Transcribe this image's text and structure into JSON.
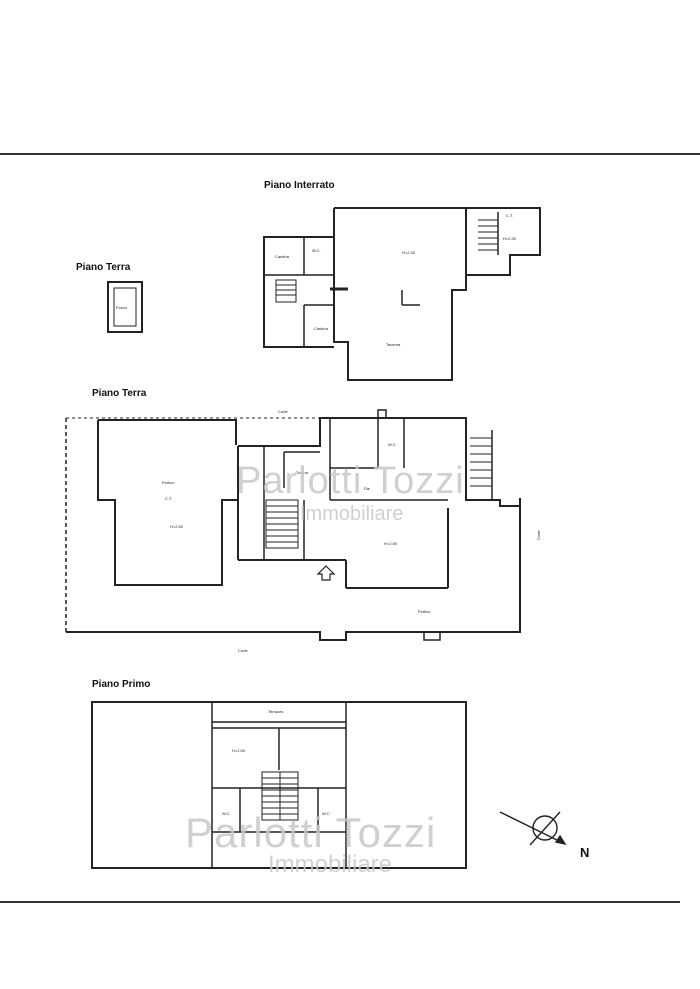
{
  "sections": {
    "interrato": "Piano Interrato",
    "terra_small": "Piano Terra",
    "terra": "Piano Terra",
    "primo": "Piano Primo"
  },
  "labels": {
    "int_cantina": "Cantina",
    "int_wc": "W.C.",
    "int_h230": "H=2.30",
    "int_ct": "C.T.",
    "int_h230b": "H=2.30",
    "int_cantina2": "Cantina",
    "int_taverna": "Taverna",
    "small_pozzo": "Pozzo",
    "terra_corte_top": "Corte",
    "terra_portico": "Portico",
    "terra_ct": "C.T.",
    "terra_h250a": "H=2.50",
    "terra_tucina": "Tucina",
    "terra_wc": "W.C.",
    "terra_dis": "Dis",
    "terra_h250b": "H=2.50",
    "terra_corte_right": "Corte",
    "terra_portico2": "Portico",
    "terra_corte_bottom": "Corte",
    "primo_terrazzo": "Terrazzo",
    "primo_h250": "H=2.50",
    "primo_wc1": "W.C.",
    "primo_wc2": "W.C."
  },
  "watermark": {
    "line1": "Parlotti Tozzi",
    "line2": "Immobiliare"
  },
  "compass": {
    "north": "N"
  }
}
